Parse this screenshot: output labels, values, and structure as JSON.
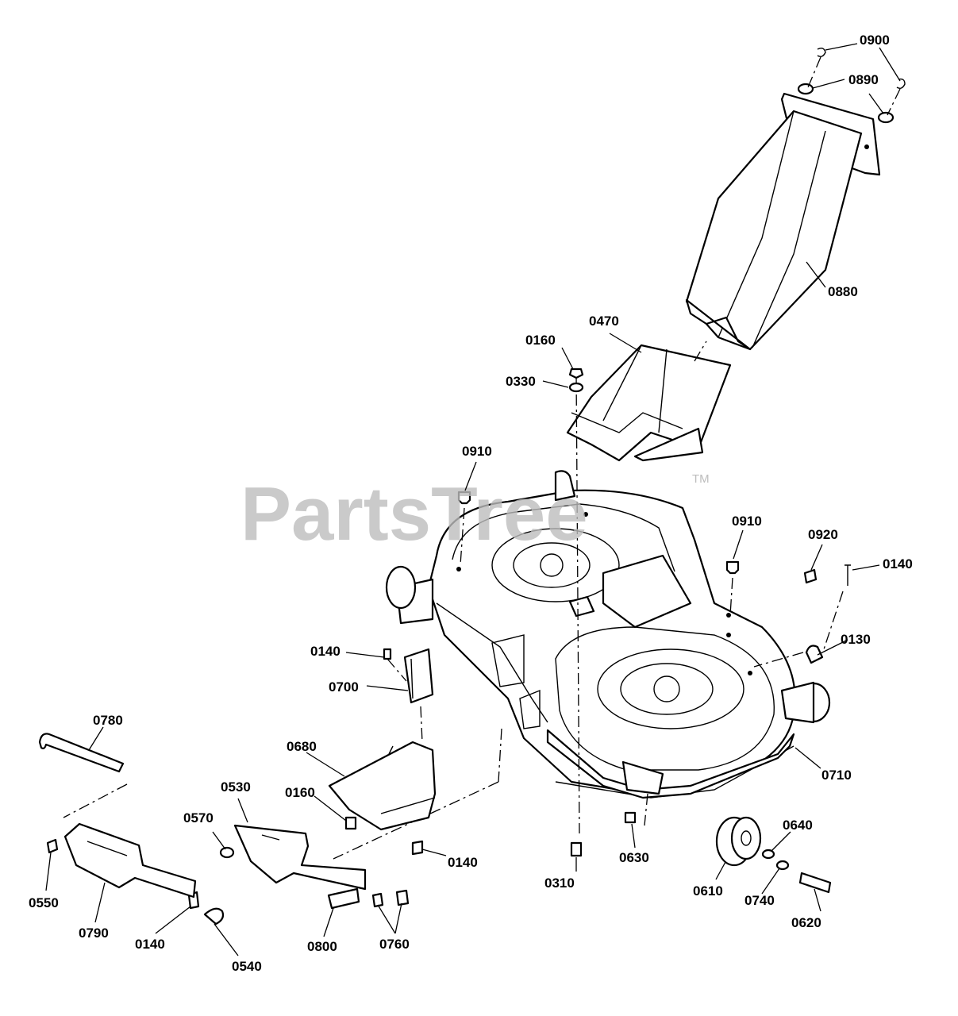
{
  "watermark": {
    "text": "PartsTree",
    "trademark": "TM"
  },
  "callouts": [
    {
      "id": "c0900",
      "label": "0900"
    },
    {
      "id": "c0890",
      "label": "0890"
    },
    {
      "id": "c0880",
      "label": "0880"
    },
    {
      "id": "c0470",
      "label": "0470"
    },
    {
      "id": "c0160a",
      "label": "0160"
    },
    {
      "id": "c0330",
      "label": "0330"
    },
    {
      "id": "c0910a",
      "label": "0910"
    },
    {
      "id": "c0910b",
      "label": "0910"
    },
    {
      "id": "c0920",
      "label": "0920"
    },
    {
      "id": "c0140a",
      "label": "0140"
    },
    {
      "id": "c0130",
      "label": "0130"
    },
    {
      "id": "c0140b",
      "label": "0140"
    },
    {
      "id": "c0700",
      "label": "0700"
    },
    {
      "id": "c0780",
      "label": "0780"
    },
    {
      "id": "c0680",
      "label": "0680"
    },
    {
      "id": "c0530",
      "label": "0530"
    },
    {
      "id": "c0160b",
      "label": "0160"
    },
    {
      "id": "c0570",
      "label": "0570"
    },
    {
      "id": "c0710",
      "label": "0710"
    },
    {
      "id": "c0140c",
      "label": "0140"
    },
    {
      "id": "c0310",
      "label": "0310"
    },
    {
      "id": "c0630",
      "label": "0630"
    },
    {
      "id": "c0640",
      "label": "0640"
    },
    {
      "id": "c0610",
      "label": "0610"
    },
    {
      "id": "c0740",
      "label": "0740"
    },
    {
      "id": "c0620",
      "label": "0620"
    },
    {
      "id": "c0550",
      "label": "0550"
    },
    {
      "id": "c0790",
      "label": "0790"
    },
    {
      "id": "c0140d",
      "label": "0140"
    },
    {
      "id": "c0540",
      "label": "0540"
    },
    {
      "id": "c0800",
      "label": "0800"
    },
    {
      "id": "c0760",
      "label": "0760"
    }
  ]
}
